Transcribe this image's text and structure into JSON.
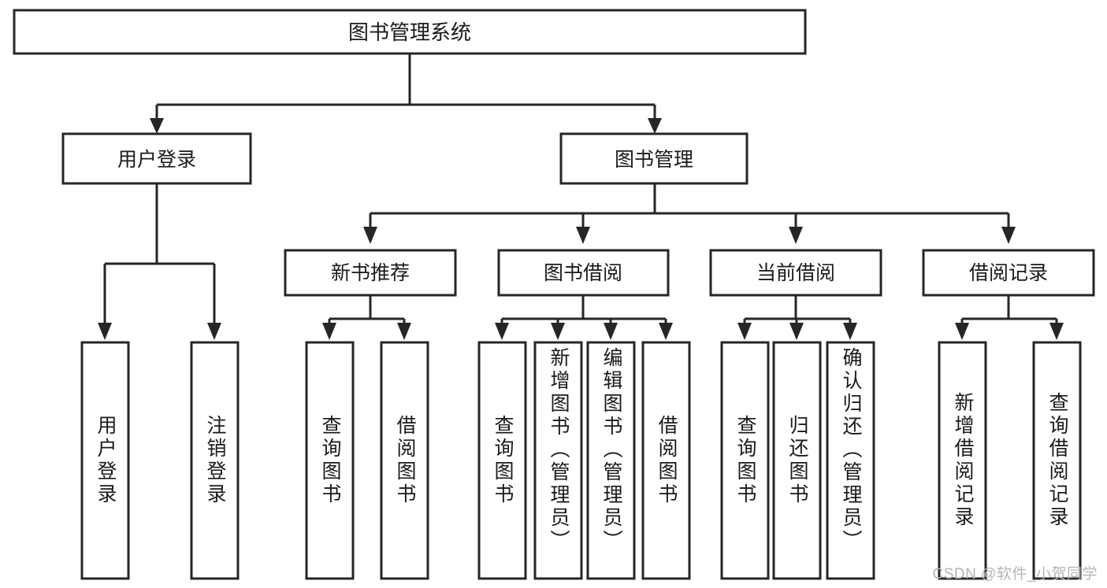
{
  "diagram": {
    "type": "tree",
    "title": "图书管理系统",
    "watermark": "CSDN @软件_小贺同学",
    "root": {
      "id": "root",
      "label": "图书管理系统",
      "orientation": "horizontal"
    },
    "level1": [
      {
        "id": "user-login",
        "label": "用户登录",
        "orientation": "horizontal"
      },
      {
        "id": "book-manage",
        "label": "图书管理",
        "orientation": "horizontal"
      }
    ],
    "level2": [
      {
        "id": "new-book-rec",
        "label": "新书推荐",
        "orientation": "horizontal",
        "parent": "book-manage"
      },
      {
        "id": "book-borrow",
        "label": "图书借阅",
        "orientation": "horizontal",
        "parent": "book-manage"
      },
      {
        "id": "current-borrow",
        "label": "当前借阅",
        "orientation": "horizontal",
        "parent": "book-manage"
      },
      {
        "id": "borrow-record",
        "label": "借阅记录",
        "orientation": "horizontal",
        "parent": "book-manage"
      }
    ],
    "leaves": [
      {
        "id": "leaf-user-login",
        "label": "用户登录",
        "orientation": "vertical",
        "parent": "user-login",
        "align": "center"
      },
      {
        "id": "leaf-logout",
        "label": "注销登录",
        "orientation": "vertical",
        "parent": "user-login",
        "align": "center"
      },
      {
        "id": "leaf-query-book-1",
        "label": "查询图书",
        "orientation": "vertical",
        "parent": "new-book-rec",
        "align": "center"
      },
      {
        "id": "leaf-borrow-book-1",
        "label": "借阅图书",
        "orientation": "vertical",
        "parent": "new-book-rec",
        "align": "center"
      },
      {
        "id": "leaf-query-book-2",
        "label": "查询图书",
        "orientation": "vertical",
        "parent": "book-borrow",
        "align": "center"
      },
      {
        "id": "leaf-add-book",
        "label": "新增图书（管理员）",
        "orientation": "vertical",
        "parent": "book-borrow",
        "align": "top"
      },
      {
        "id": "leaf-edit-book",
        "label": "编辑图书（管理员）",
        "orientation": "vertical",
        "parent": "book-borrow",
        "align": "top"
      },
      {
        "id": "leaf-borrow-book-2",
        "label": "借阅图书",
        "orientation": "vertical",
        "parent": "book-borrow",
        "align": "center"
      },
      {
        "id": "leaf-query-book-3",
        "label": "查询图书",
        "orientation": "vertical",
        "parent": "current-borrow",
        "align": "center"
      },
      {
        "id": "leaf-return-book",
        "label": "归还图书",
        "orientation": "vertical",
        "parent": "current-borrow",
        "align": "center"
      },
      {
        "id": "leaf-confirm-return",
        "label": "确认归还（管理员）",
        "orientation": "vertical",
        "parent": "current-borrow",
        "align": "top"
      },
      {
        "id": "leaf-add-record",
        "label": "新增借阅记录",
        "orientation": "vertical",
        "parent": "borrow-record",
        "align": "center"
      },
      {
        "id": "leaf-query-record",
        "label": "查询借阅记录",
        "orientation": "vertical",
        "parent": "borrow-record",
        "align": "center"
      }
    ],
    "colors": {
      "stroke": "#262626",
      "fill": "#ffffff",
      "text": "#1a1a1a",
      "watermark": "#b5b5b5",
      "background": "#ffffff"
    }
  }
}
